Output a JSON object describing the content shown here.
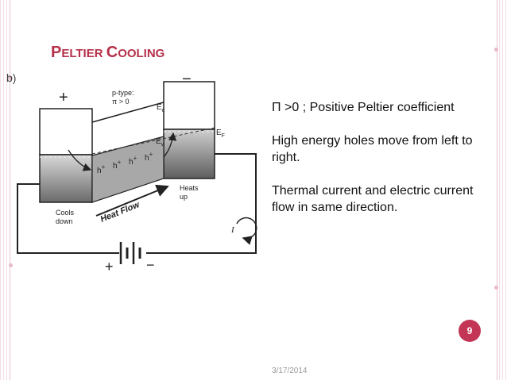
{
  "slide": {
    "title_parts": [
      "P",
      "ELTIER ",
      "C",
      "OOLING"
    ],
    "bullets": [
      "Π >0 ; Positive Peltier coefficient",
      "High energy holes move from left to right.",
      "Thermal current and electric current flow in same direction."
    ],
    "page_number": "9",
    "date": "3/17/2014"
  },
  "diagram": {
    "panel_label": "b)",
    "left_terminal": "+",
    "right_terminal": "−",
    "ptype_line1": "p-type:",
    "ptype_line2": "π > 0",
    "ec_label": "E",
    "ec_sub": "c",
    "ef_label": "E",
    "ef_sub": "F",
    "ev_label": "E",
    "ev_sub": "v",
    "hole": "h",
    "hole_sup": "+",
    "heat_flow": "Heat Flow",
    "heats_line1": "Heats",
    "heats_line2": "up",
    "cools_line1": "Cools",
    "cools_line2": "down",
    "current_symbol": "I",
    "battery_plus": "+",
    "battery_minus": "−"
  },
  "theme": {
    "accent": "#b5304a",
    "page_badge": "#c23555",
    "border_tint": "#f3dde3"
  }
}
